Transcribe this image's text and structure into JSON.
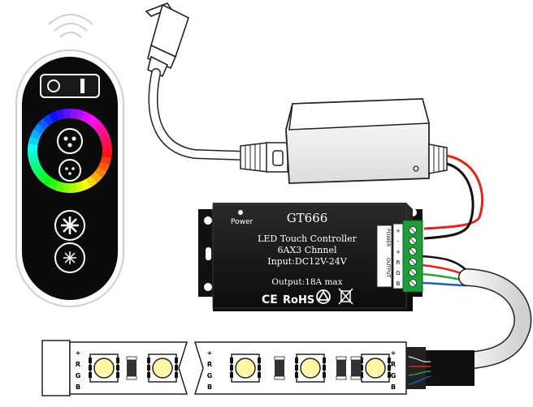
{
  "controller": {
    "model": "GT666",
    "power_label": "Power",
    "line1": "LED Touch Controller",
    "line2": "6AX3 Chnnel",
    "line3": "Input:DC12V-24V",
    "output": "Output:18A max",
    "marks": [
      "CE",
      "RoHS"
    ]
  },
  "terminal_labels": [
    "POWER",
    "OUTPUT"
  ],
  "terminal_pins": [
    "+",
    "-",
    "+",
    "R",
    "G",
    "B"
  ],
  "strip_labels": [
    "+",
    "R",
    "G",
    "B"
  ],
  "colors": {
    "red_wire": "#e3241b",
    "green_wire": "#2ca43a",
    "blue_wire": "#1d5fbf",
    "black_wire": "#111111",
    "led_yellow": "#fff7a6"
  }
}
